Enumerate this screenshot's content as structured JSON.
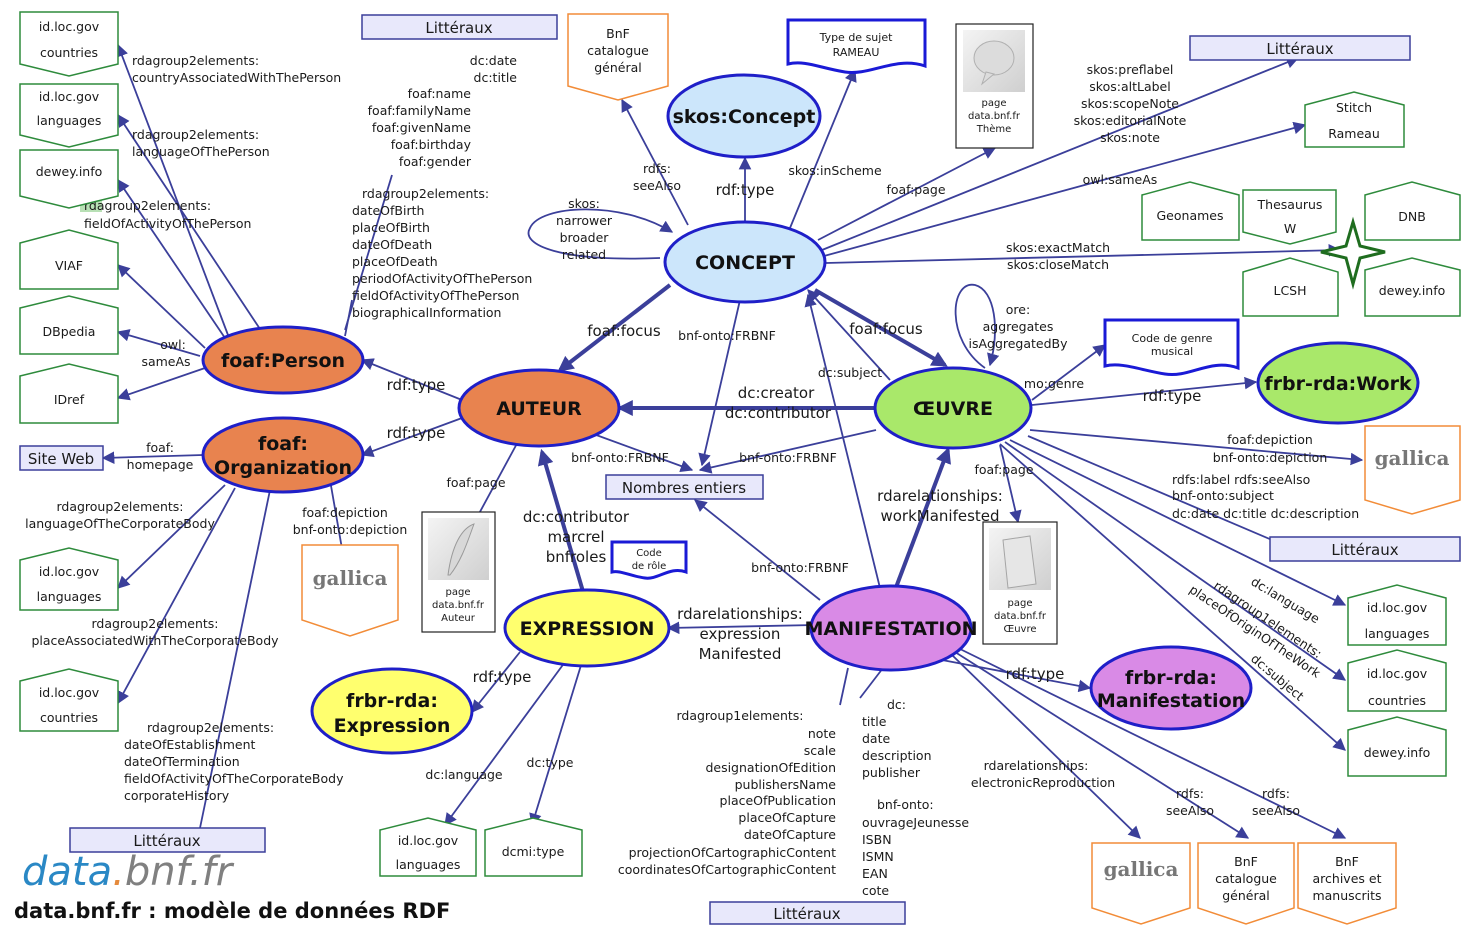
{
  "brand": {
    "part1": "data",
    "part2": ".",
    "part3": "bnf.fr",
    "title": "data.bnf.fr : modèle de données RDF"
  },
  "colors": {
    "edge": "#3b3f9a",
    "literal_fill": "#e8e8fb",
    "concept": "#cce6fb",
    "person_org": "#e8834f",
    "oeuvre_work": "#a9e86a",
    "expression": "#ffff6e",
    "manifestation": "#d98ae6",
    "green_border": "#2e8b3c",
    "orange_border": "#f28c38"
  },
  "nodes": {
    "concept": "CONCEPT",
    "skos_concept": "skos:Concept",
    "auteur": "AUTEUR",
    "oeuvre": "ŒUVRE",
    "frbr_work": "frbr-rda:Work",
    "foaf_person": "foaf:Person",
    "foaf_org_1": "foaf:",
    "foaf_org_2": "Organization",
    "expression": "EXPRESSION",
    "frbr_expr_1": "frbr-rda:",
    "frbr_expr_2": "Expression",
    "manifestation": "MANIFESTATION",
    "frbr_manif_1": "frbr-rda:",
    "frbr_manif_2": "Manifestation"
  },
  "boxes": {
    "idloc_countries_1": [
      "id.loc.gov",
      "countries"
    ],
    "idloc_languages_1": [
      "id.loc.gov",
      "languages"
    ],
    "dewey_1": "dewey.info",
    "viaf": "VIAF",
    "dbpedia": "DBpedia",
    "idref": "IDref",
    "site_web": "Site Web",
    "idloc_languages_2": [
      "id.loc.gov",
      "languages"
    ],
    "idloc_countries_2": [
      "id.loc.gov",
      "countries"
    ],
    "litteraux_bl": "Littéraux",
    "litteraux_top": "Littéraux",
    "litteraux_tr": "Littéraux",
    "litteraux_r": "Littéraux",
    "litteraux_bottom": "Littéraux",
    "bnf_catalogue_top": [
      "BnF",
      "catalogue",
      "général"
    ],
    "type_sujet": [
      "Type de sujet",
      "RAMEAU"
    ],
    "page_theme": [
      "page",
      "data.bnf.fr",
      "Thème"
    ],
    "stitch": [
      "Stitch",
      "Rameau"
    ],
    "geonames": "Geonames",
    "thesaurus": [
      "Thesaurus",
      "W"
    ],
    "dnb": "DNB",
    "lcsh": "LCSH",
    "dewey_star": "dewey.info",
    "code_genre": [
      "Code de genre",
      "musical"
    ],
    "nombres_entiers": "Nombres entiers",
    "code_role": [
      "Code",
      "de rôle"
    ],
    "page_auteur": [
      "page",
      "data.bnf.fr",
      "Auteur"
    ],
    "page_oeuvre": [
      "page",
      "data.bnf.fr",
      "Œuvre"
    ],
    "idloc_languages_r": [
      "id.loc.gov",
      "languages"
    ],
    "idloc_countries_r": [
      "id.loc.gov",
      "countries"
    ],
    "dewey_r": "dewey.info",
    "idloc_languages_b": [
      "id.loc.gov",
      "languages"
    ],
    "dcmi_type": "dcmi:type",
    "bnf_catalogue_b": [
      "BnF",
      "catalogue",
      "général"
    ],
    "bnf_archives": [
      "BnF",
      "archives et",
      "manuscrits"
    ],
    "gallica": "gallica"
  },
  "labels": {
    "country_assoc": [
      "rdagroup2elements:",
      "countryAssociatedWithThePerson"
    ],
    "language_person": [
      "rdagroup2elements:",
      "languageOfThePerson"
    ],
    "field_person": [
      "rdagroup2elements:",
      "fieldOfActivityOfThePerson"
    ],
    "owl_sameas_left": [
      "owl:",
      "sameAs"
    ],
    "foaf_props": [
      "dc:date",
      "dc:title",
      "foaf:name",
      "foaf:familyName",
      "foaf:givenName",
      "foaf:birthday",
      "foaf:gender"
    ],
    "rda_person": [
      "rdagroup2elements:",
      "dateOfBirth",
      "placeOfBirth",
      "dateOfDeath",
      "placeOfDeath",
      "periodOfActivityOfThePerson",
      "fieldOfActivityOfThePerson",
      "biographicalInformation"
    ],
    "skos_rel": [
      "skos:",
      "narrower",
      "broader",
      "related"
    ],
    "rdfs_seealso_top": [
      "rdfs:",
      "seeAlso"
    ],
    "rdf_type_concept": "rdf:type",
    "skos_inscheme": "skos:inScheme",
    "foaf_page_concept": "foaf:page",
    "skos_labels": [
      "skos:preflabel",
      "skos:altLabel",
      "skos:scopeNote",
      "skos:editorialNote",
      "skos:note"
    ],
    "owl_sameas_right": "owl:sameAs",
    "skos_match": [
      "skos:exactMatch",
      "skos:closeMatch"
    ],
    "foaf_focus_1": "foaf:focus",
    "foaf_focus_2": "foaf:focus",
    "bnf_frbnf_1": "bnf-onto:FRBNF",
    "dc_subject_c": "dc:subject",
    "ore": [
      "ore:",
      "aggregates",
      "isAggregatedBy"
    ],
    "mo_genre": "mo:genre",
    "rdf_type_person": "rdf:type",
    "rdf_type_org": "rdf:type",
    "dc_creator": [
      "dc:creator",
      "dc:contributor"
    ],
    "rdf_type_work": "rdf:type",
    "foaf_homepage": [
      "foaf:",
      "homepage"
    ],
    "lang_corp": [
      "rdagroup2elements:",
      "languageOfTheCorporateBody"
    ],
    "place_corp": [
      "rdagroup2elements:",
      "placeAssociatedWithTheCorporateBody"
    ],
    "corp_props": [
      "rdagroup2elements:",
      "dateOfEstablishment",
      "dateOfTermination",
      "fieldOfActivityOfTheCorporateBody",
      "corporateHistory"
    ],
    "foaf_depiction_l": [
      "foaf:depiction",
      "bnf-onto:depiction"
    ],
    "foaf_page_auteur": "foaf:page",
    "bnf_frbnf_2": "bnf-onto:FRBNF",
    "bnf_frbnf_3": "bnf-onto:FRBNF",
    "bnf_frbnf_4": "bnf-onto:FRBNF",
    "dc_contrib": [
      "dc:contributor",
      "marcrel",
      "bnfroles"
    ],
    "foaf_page_oeuvre": "foaf:page",
    "work_manif": [
      "rdarelationships:",
      "workManifested"
    ],
    "oeuvre_props": [
      "foaf:depiction",
      "bnf-onto:depiction",
      "rdfs:label rdfs:seeAlso",
      "bnf-onto:subject",
      "dc:date dc:title dc:description"
    ],
    "dc_language_r": "dc:language",
    "place_origin": [
      "rdagroup1elements:",
      "placeOfOriginOfTheWork"
    ],
    "dc_subject_r": "dc:subject",
    "expr_manif": [
      "rdarelationships:",
      "expression",
      "Manifested"
    ],
    "rdf_type_expr": "rdf:type",
    "rdf_type_manif": "rdf:type",
    "dc_language_b": "dc:language",
    "dc_type": "dc:type",
    "manif_rda": [
      "rdagroup1elements:",
      "note",
      "scale",
      "designationOfEdition",
      "publishersName",
      "placeOfPublication",
      "placeOfCapture",
      "dateOfCapture",
      "projectionOfCartographicContent",
      "coordinatesOfCartographicContent"
    ],
    "manif_dc": [
      "dc:",
      "title",
      "date",
      "description",
      "publisher"
    ],
    "manif_bnf": [
      "bnf-onto:",
      "ouvrageJeunesse",
      "ISBN",
      "ISMN",
      "EAN",
      "cote"
    ],
    "elec_repro": [
      "rdarelationships:",
      "electronicReproduction"
    ],
    "rdfs_seealso_b1": [
      "rdfs:",
      "seeAlso"
    ],
    "rdfs_seealso_b2": [
      "rdfs:",
      "seeAlso"
    ]
  }
}
